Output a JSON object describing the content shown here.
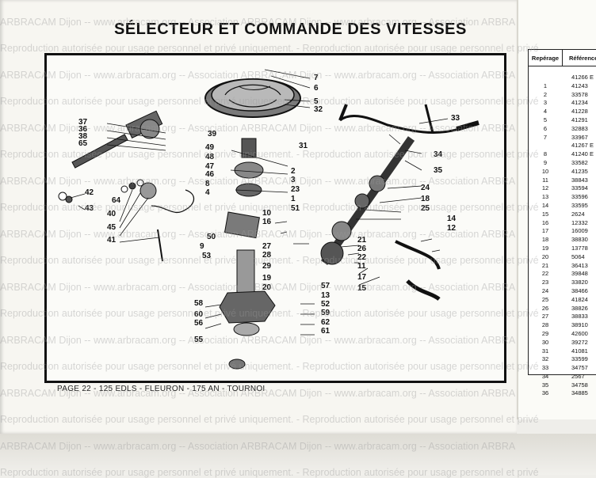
{
  "document": {
    "title": "SÉLECTEUR ET COMMANDE DES VITESSES",
    "footer": "PAGE 22 - 125 EDLS - FLEURON - 175 AN - TOURNOI"
  },
  "diagram": {
    "labels_left": [
      "37",
      "36",
      "38",
      "65",
      "42",
      "43",
      "64",
      "40",
      "45",
      "41"
    ],
    "labels_center": [
      "39",
      "49",
      "48",
      "47",
      "46",
      "8",
      "4",
      "10",
      "16",
      "50",
      "9",
      "53",
      "27",
      "28",
      "29",
      "19",
      "20",
      "57",
      "13",
      "52",
      "58",
      "59",
      "60",
      "62",
      "56",
      "61",
      "55"
    ],
    "labels_right_top": [
      "7",
      "6",
      "5",
      "32",
      "2",
      "3",
      "23",
      "1",
      "51",
      "33",
      "31",
      "34",
      "35",
      "24",
      "18",
      "25",
      "14",
      "12",
      "21",
      "26",
      "22",
      "11",
      "17",
      "15"
    ]
  },
  "table": {
    "headers": {
      "repere": "Repérage",
      "reference": "Référence E"
    },
    "rows": [
      {
        "rep": "",
        "ref": "41266 E"
      },
      {
        "rep": "1",
        "ref": "41243"
      },
      {
        "rep": "2",
        "ref": "33578"
      },
      {
        "rep": "3",
        "ref": "41234"
      },
      {
        "rep": "4",
        "ref": "41228"
      },
      {
        "rep": "5",
        "ref": "41291"
      },
      {
        "rep": "6",
        "ref": "32883"
      },
      {
        "rep": "7",
        "ref": "33967"
      },
      {
        "rep": "",
        "ref": "41267 E"
      },
      {
        "rep": "8",
        "ref": "41240 E"
      },
      {
        "rep": "9",
        "ref": "33582"
      },
      {
        "rep": "10",
        "ref": "41235"
      },
      {
        "rep": "11",
        "ref": "38843"
      },
      {
        "rep": "12",
        "ref": "33594"
      },
      {
        "rep": "13",
        "ref": "33596"
      },
      {
        "rep": "14",
        "ref": "33595"
      },
      {
        "rep": "15",
        "ref": "2624"
      },
      {
        "rep": "16",
        "ref": "12332"
      },
      {
        "rep": "17",
        "ref": "16009"
      },
      {
        "rep": "18",
        "ref": "38830"
      },
      {
        "rep": "19",
        "ref": "13778"
      },
      {
        "rep": "20",
        "ref": "5064"
      },
      {
        "rep": "21",
        "ref": "36413"
      },
      {
        "rep": "22",
        "ref": "39848"
      },
      {
        "rep": "23",
        "ref": "33820"
      },
      {
        "rep": "24",
        "ref": "38466"
      },
      {
        "rep": "25",
        "ref": "41824"
      },
      {
        "rep": "26",
        "ref": "38826"
      },
      {
        "rep": "27",
        "ref": "38833"
      },
      {
        "rep": "28",
        "ref": "38910"
      },
      {
        "rep": "29",
        "ref": "42600"
      },
      {
        "rep": "30",
        "ref": "39272"
      },
      {
        "rep": "31",
        "ref": "41081"
      },
      {
        "rep": "32",
        "ref": "33599"
      },
      {
        "rep": "33",
        "ref": "34757"
      },
      {
        "rep": "34",
        "ref": "2567"
      },
      {
        "rep": "35",
        "ref": "34758"
      },
      {
        "rep": "36",
        "ref": "34885"
      }
    ]
  },
  "watermark": {
    "lines": [
      "ARBRACAM Dijon -- www.arbracam.org -- Association ARBRACAM Dijon -- www.arbracam.org -- Association ARBRA",
      "Reproduction autorisée pour usage personnel et privé uniquement. - Reproduction autorisée pour usage personnel et privé"
    ]
  }
}
